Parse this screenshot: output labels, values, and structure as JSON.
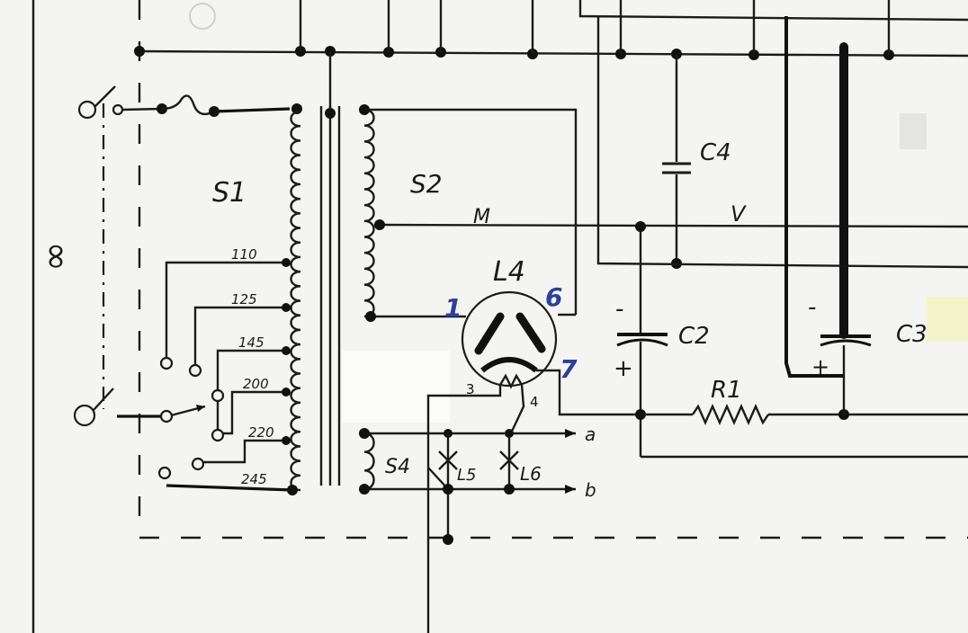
{
  "labels": {
    "s1": "S1",
    "s2": "S2",
    "s4": "S4",
    "l4": "L4",
    "l5": "L5",
    "l6": "L6",
    "c2": "C2",
    "c3": "C3",
    "c4": "C4",
    "r1": "R1",
    "pin1": "1",
    "pin6": "6",
    "pin7": "7",
    "pin3": "3",
    "pin4": "4",
    "wire_v": "V",
    "wire_m": "M",
    "out_a": "a",
    "out_b": "b",
    "minus": "-",
    "plus": "+",
    "ac_symbol": "∞"
  },
  "taps": [
    {
      "voltage": "110"
    },
    {
      "voltage": "125"
    },
    {
      "voltage": "145"
    },
    {
      "voltage": "200"
    },
    {
      "voltage": "220"
    },
    {
      "voltage": "245"
    }
  ],
  "colors": {
    "ink": "#1b1b1b",
    "pin_blue": "#2d3f99",
    "paper": "#f4f4f2",
    "highlight": "#f2f2ad"
  }
}
